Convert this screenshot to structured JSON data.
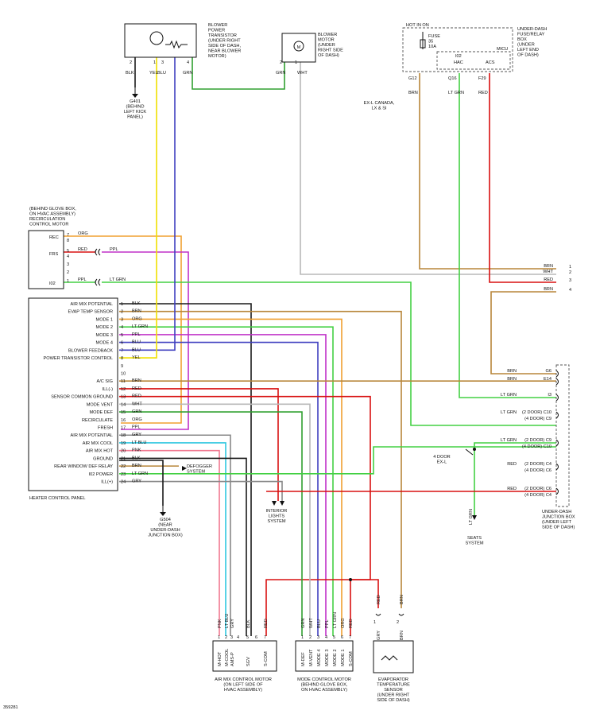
{
  "colors": {
    "BLK": "#1a1a1a",
    "BRN": "#b8863a",
    "ORG": "#f0a030",
    "LT GRN": "#44d044",
    "PPL": "#c030c8",
    "BLU": "#4040c0",
    "YEL": "#f0e000",
    "GRN": "#30a030",
    "WHT": "#b8b8b8",
    "RED": "#d81010",
    "GRY": "#888888",
    "LT BLU": "#30c8e0",
    "PNK": "#f07890"
  },
  "blower_transistor": {
    "label": [
      "BLOWER",
      "POWER",
      "TRANSISTOR",
      "(UNDER RIGHT",
      "SIDE OF DASH,",
      "NEAR BLOWER",
      "MOTOR)"
    ],
    "pins": [
      "2",
      "1",
      "3",
      "4"
    ],
    "wires": [
      "BLK",
      "YEL",
      "BLU",
      "GRN"
    ]
  },
  "ground_g401": [
    "G401",
    "(BEHIND",
    "LEFT KICK",
    "PANEL)"
  ],
  "blower_motor": {
    "label": [
      "BLOWER",
      "MOTOR",
      "(UNDER",
      "RIGHT SIDE",
      "OF DASH)"
    ],
    "pins": [
      "2",
      "1"
    ],
    "wires": [
      "GRN",
      "WHT"
    ]
  },
  "fuse_box": {
    "hot_label": "HOT IN ON",
    "fuse_label": [
      "FUSE",
      "35",
      "10A"
    ],
    "relay_label": [
      "I02",
      "HAC",
      "ACS"
    ],
    "micu": "MICU",
    "title": [
      "UNDER-DASH",
      "FUSE/RELAY",
      "BOX",
      "(UNDER",
      "LEFT END",
      "OF DASH)"
    ],
    "terminals": [
      "G12",
      "Q16",
      "F29"
    ],
    "wires": [
      "BRN",
      "LT GRN",
      "RED"
    ]
  },
  "exl_note": [
    "EX-L CANADA,",
    "LX & SI"
  ],
  "recirc_motor": {
    "title": [
      "(BEHIND GLOVE BOX,",
      "ON HVAC ASSEMBLY)",
      "RECIRCULATION",
      "CONTROL MOTOR"
    ],
    "rec": "REC",
    "frs": "FRS",
    "i02": "I02",
    "pins": [
      "7",
      "8",
      "5",
      "4",
      "3",
      "2",
      "1"
    ],
    "wires": [
      "ORG",
      "RED",
      "PPL",
      "PPL",
      "LT GRN"
    ]
  },
  "heater_panel": {
    "title": "HEATER CONTROL PANEL",
    "rows": [
      {
        "label": "AIR MIX POTENTIAL",
        "pin": "1",
        "wire": "BLK"
      },
      {
        "label": "EVAP TEMP SENSOR",
        "pin": "2",
        "wire": "BRN"
      },
      {
        "label": "MODE 1",
        "pin": "3",
        "wire": "ORG"
      },
      {
        "label": "MODE 2",
        "pin": "4",
        "wire": "LT GRN"
      },
      {
        "label": "MODE 3",
        "pin": "5",
        "wire": "PPL"
      },
      {
        "label": "MODE 4",
        "pin": "6",
        "wire": "BLU"
      },
      {
        "label": "BLOWER FEEDBACK",
        "pin": "7",
        "wire": "BLU"
      },
      {
        "label": "POWER TRANSISTOR CONTROL",
        "pin": "8",
        "wire": "YEL"
      },
      {
        "label": "",
        "pin": "9",
        "wire": ""
      },
      {
        "label": "",
        "pin": "10",
        "wire": ""
      },
      {
        "label": "A/C SIG",
        "pin": "11",
        "wire": "BRN"
      },
      {
        "label": "ILL(-)",
        "pin": "12",
        "wire": "RED"
      },
      {
        "label": "SENSOR COMMON GROUND",
        "pin": "13",
        "wire": "RED"
      },
      {
        "label": "MODE VENT",
        "pin": "14",
        "wire": "WHT"
      },
      {
        "label": "MODE DEF",
        "pin": "15",
        "wire": "GRN"
      },
      {
        "label": "RECIRCULATE",
        "pin": "16",
        "wire": "ORG"
      },
      {
        "label": "FRESH",
        "pin": "17",
        "wire": "PPL"
      },
      {
        "label": "AIR MIX POTENTIAL",
        "pin": "18",
        "wire": "GRY"
      },
      {
        "label": "AIR MIX COOL",
        "pin": "19",
        "wire": "LT BLU"
      },
      {
        "label": "AIR MIX HOT",
        "pin": "20",
        "wire": "PNK"
      },
      {
        "label": "GROUND",
        "pin": "21",
        "wire": "BLK"
      },
      {
        "label": "REAR WINDOW DEF RELAY",
        "pin": "22",
        "wire": "BRN"
      },
      {
        "label": "I02 POWER",
        "pin": "23",
        "wire": "LT GRN"
      },
      {
        "label": "ILL(+)",
        "pin": "24",
        "wire": "GRY"
      }
    ]
  },
  "defogger": [
    "DEFOGGER",
    "SYSTEM"
  ],
  "ground_g504": [
    "G504",
    "(NEAR",
    "UNDER-DASH",
    "JUNCTION BOX)"
  ],
  "interior_lights": [
    "INTERIOR",
    "LIGHTS",
    "SYSTEM"
  ],
  "seats": [
    "SEATS",
    "SYSTEM"
  ],
  "door_note": [
    "4 DOOR",
    "EX-L"
  ],
  "junction_box": {
    "title": [
      "UNDER-DASH",
      "JUNCTION BOX",
      "(UNDER LEFT",
      "SIDE OF DASH)"
    ],
    "rows": [
      {
        "wire": "BRN",
        "term": "G6"
      },
      {
        "wire": "BRN",
        "term": "E14"
      },
      {
        "wire": "LT GRN",
        "term": "I3"
      },
      {
        "wire": "LT GRN",
        "term": "(2 DOOR) C10 / (4 DOOR) C9"
      },
      {
        "wire": "LT GRN",
        "term": "(2 DOOR) C9 / (4 DOOR) C10"
      },
      {
        "wire": "RED",
        "term": "(2 DOOR) C4 / (4 DOOR) C6"
      },
      {
        "wire": "RED",
        "term": "(2 DOOR) C6 / (4 DOOR) C4"
      }
    ]
  },
  "right_edge": {
    "rows": [
      {
        "wire": "BRN",
        "num": "1"
      },
      {
        "wire": "WHT",
        "num": "2"
      },
      {
        "wire": "RED",
        "num": "3"
      },
      {
        "wire": "BRN",
        "num": "4"
      }
    ]
  },
  "airmix_motor": {
    "title": [
      "AIR MIX CONTROL MOTOR",
      "(ON LEFT SIDE OF",
      "HVAC ASSEMBLY)"
    ],
    "pins": [
      {
        "pin": "1",
        "wire": "PNK",
        "label": "M-HOT"
      },
      {
        "pin": "2",
        "wire": "LT BLU",
        "label": "M-COOL"
      },
      {
        "pin": "3",
        "wire": "GRY",
        "label": "AMS-P"
      },
      {
        "pin": "4",
        "wire": "",
        "label": ""
      },
      {
        "pin": "5",
        "wire": "BLK",
        "label": "SGV"
      },
      {
        "pin": "6",
        "wire": "",
        "label": ""
      },
      {
        "pin": "7",
        "wire": "RED",
        "label": "S-COM"
      }
    ]
  },
  "mode_motor": {
    "title": [
      "MODE CONTROL MOTOR",
      "(BEHIND GLOVE BOX,",
      "ON HVAC ASSEMBLY)"
    ],
    "pins": [
      {
        "pin": "1",
        "wire": "GRN",
        "label": "M-DEF"
      },
      {
        "pin": "2",
        "wire": "WHT",
        "label": "M-VENT"
      },
      {
        "pin": "3",
        "wire": "BLU",
        "label": "MODE 4"
      },
      {
        "pin": "4",
        "wire": "PPL",
        "label": "MODE 3"
      },
      {
        "pin": "5",
        "wire": "LT GRN",
        "label": "MODE 2"
      },
      {
        "pin": "6",
        "wire": "ORG",
        "label": "MODE 1"
      },
      {
        "pin": "7",
        "wire": "RED",
        "label": "S-COM"
      }
    ]
  },
  "evap_sensor": {
    "title": [
      "EVAPORATOR",
      "TEMPERATURE",
      "SENSOR",
      "(UNDER RIGHT",
      "SIDE OF DASH)"
    ],
    "pins": [
      {
        "pin": "1",
        "wire": "GRY",
        "top": "RED"
      },
      {
        "pin": "2",
        "wire": "BRN",
        "top": "BRN"
      }
    ]
  },
  "figure_id": "359281"
}
